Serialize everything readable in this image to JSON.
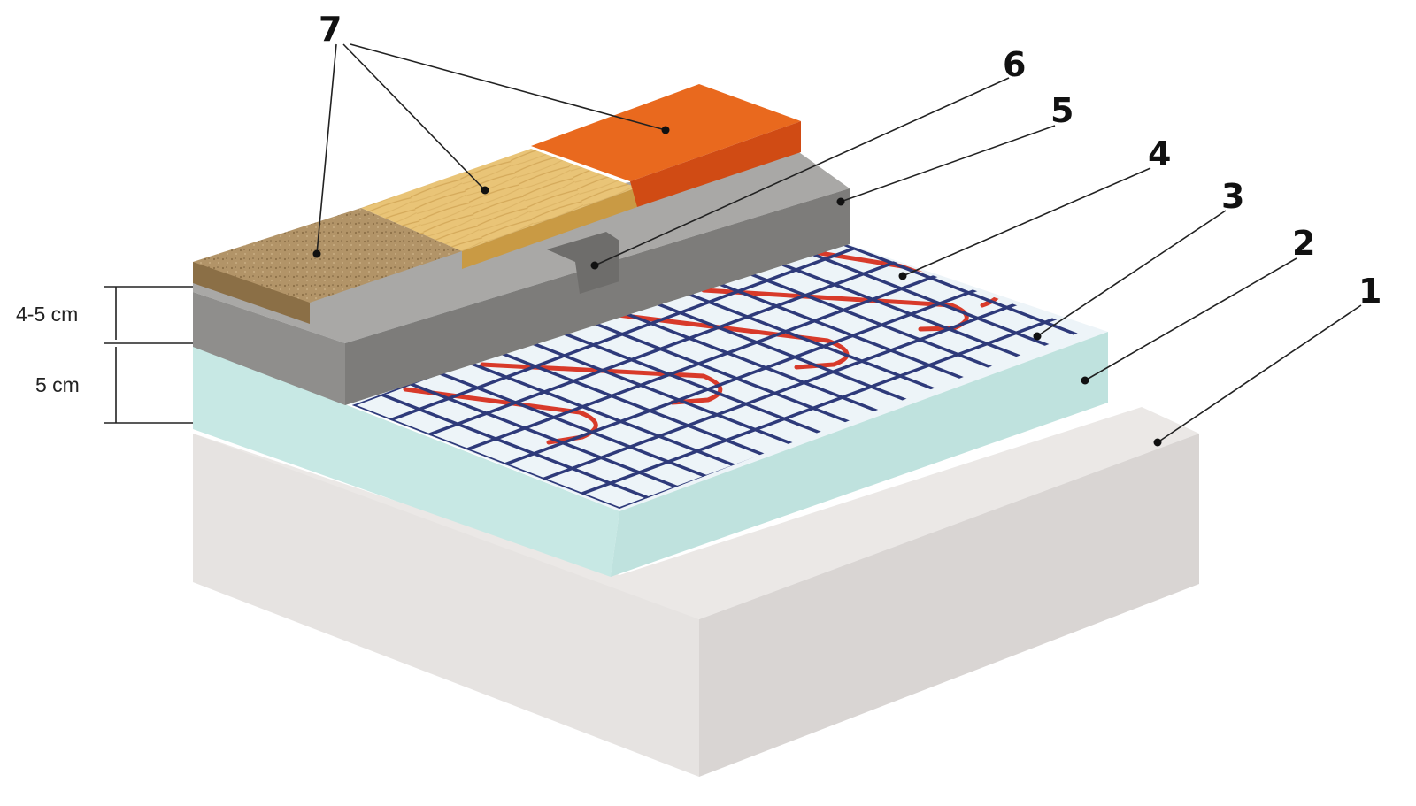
{
  "callouts": {
    "label_1": "1",
    "label_2": "2",
    "label_3": "3",
    "label_4": "4",
    "label_5": "5",
    "label_6": "6",
    "label_7": "7"
  },
  "dimensions": {
    "upper": "4-5 cm",
    "lower": "5 cm"
  },
  "colors": {
    "base_slab": "#e6e3e1",
    "insulation": "#c7e8e4",
    "mesh": "#2e3a7a",
    "heating_cable": "#d83a2a",
    "screed": "#8f8e8c",
    "carpet": "#b29468",
    "wood": "#e9c477",
    "tile": "#e9691e"
  }
}
